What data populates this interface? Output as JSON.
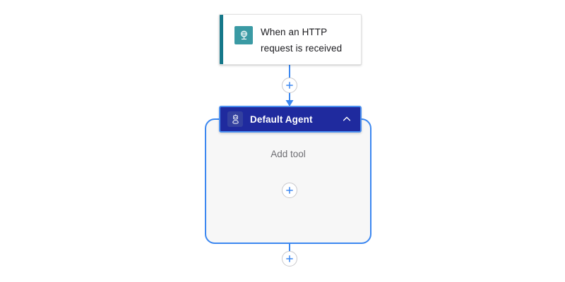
{
  "canvas": {
    "background_color": "#ffffff",
    "accent_blue": "#3b87f0",
    "agent_navy": "#1f2a9e",
    "trigger_teal": "#3a9aa4",
    "trigger_accent_teal": "#16788a",
    "container_fill": "#f7f7f7"
  },
  "trigger": {
    "title": "When an HTTP request is received",
    "line1": "When an HTTP",
    "line2": "request is received",
    "icon": "http-request-globe-icon"
  },
  "agent": {
    "title": "Default Agent",
    "icon": "robot-agent-icon",
    "collapse_icon": "chevron-up-icon",
    "expanded": true,
    "empty_state_label": "Add tool",
    "add_tool_icon": "plus-icon"
  },
  "connectors": {
    "add_step_between_icon": "plus-icon",
    "add_step_after_icon": "plus-icon",
    "arrow_icon": "arrow-down-icon"
  }
}
